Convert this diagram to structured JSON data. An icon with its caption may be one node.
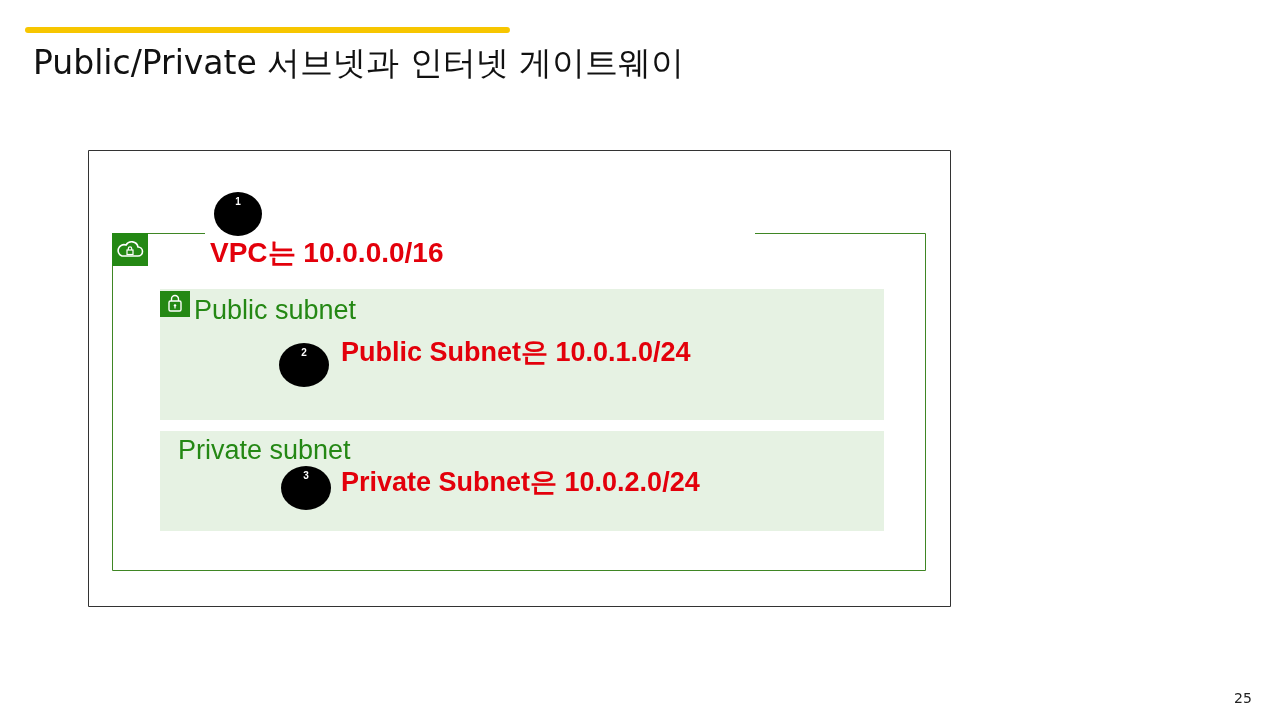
{
  "diagram": {
    "title": "Public/Private 서브넷과 인터넷 게이트웨이",
    "nodes": [
      {
        "text": [],
        "shape": "box"
      },
      {
        "text": [],
        "shape": "box",
        "in": 0
      },
      {
        "text": [
          "1"
        ],
        "in": 0,
        "beside": [
          "VPC는 10.0.0.0/16"
        ]
      },
      {
        "text": [
          "Public subnet"
        ],
        "in": 1
      },
      {
        "text": [
          "2"
        ],
        "in": 3,
        "beside": [
          "Public Subnet은 10.0.1.0/24"
        ]
      },
      {
        "text": [
          "Private subnet"
        ],
        "in": 1
      },
      {
        "text": [
          "3"
        ],
        "in": 5,
        "beside": [
          "Private Subnet은 10.0.2.0/24"
        ]
      }
    ],
    "edges": [],
    "labels": [
      "25"
    ]
  }
}
